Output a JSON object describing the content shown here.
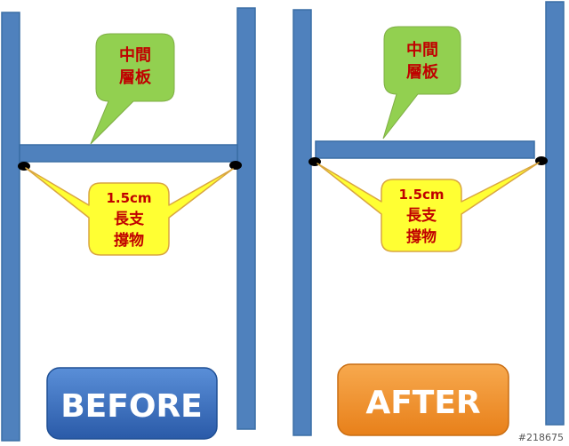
{
  "panels": {
    "before": {
      "shelf_callout_lines": [
        "中間",
        "層板"
      ],
      "support_callout_lines": [
        "1.5cm",
        "長支",
        "撐物"
      ],
      "button_label": "BEFORE"
    },
    "after": {
      "shelf_callout_lines": [
        "中間",
        "層板"
      ],
      "support_callout_lines": [
        "1.5cm",
        "長支",
        "撐物"
      ],
      "button_label": "AFTER"
    }
  },
  "watermark": "#218675",
  "colors": {
    "post": "#4f81bd",
    "post_border": "#3a6ea5",
    "shelf_callout": "#92d050",
    "support_callout": "#ffff33",
    "callout_text": "#c00000",
    "before_button": "#2e64b5",
    "after_button": "#f39228",
    "dot": "#000000"
  }
}
